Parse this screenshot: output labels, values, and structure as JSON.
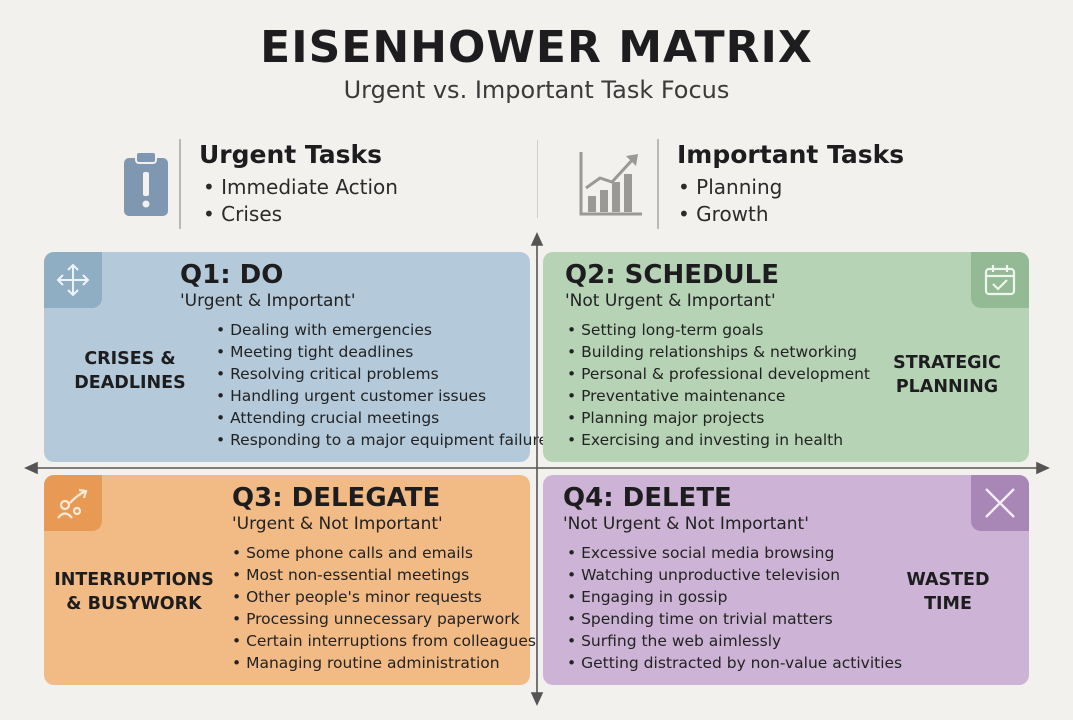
{
  "title": "EISENHOWER MATRIX",
  "subtitle": "Urgent vs. Important Task Focus",
  "header": {
    "urgent": {
      "title": "Urgent Tasks",
      "items": [
        "Immediate Action",
        "Crises"
      ],
      "icon": "clipboard-alert-icon"
    },
    "important": {
      "title": "Important Tasks",
      "items": [
        "Planning",
        "Growth"
      ],
      "icon": "growth-chart-icon"
    }
  },
  "quadrants": {
    "q1": {
      "title": "Q1: DO",
      "subtitle": "'Urgent & Important'",
      "side_label": "CRISES &\nDEADLINES",
      "items": [
        "Dealing with emergencies",
        "Meeting tight deadlines",
        "Resolving critical problems",
        "Handling urgent customer issues",
        "Attending crucial meetings",
        "Responding to a major equipment failure"
      ],
      "icon": "move-arrows-icon",
      "color": "#b4cadb"
    },
    "q2": {
      "title": "Q2: SCHEDULE",
      "subtitle": "'Not Urgent & Important'",
      "side_label": "STRATEGIC\nPLANNING",
      "items": [
        "Setting long-term goals",
        "Building relationships & networking",
        "Personal & professional development",
        "Preventative maintenance",
        "Planning major projects",
        "Exercising and investing in health"
      ],
      "icon": "calendar-check-icon",
      "color": "#b6d3b6"
    },
    "q3": {
      "title": "Q3: DELEGATE",
      "subtitle": "'Urgent & Not Important'",
      "side_label": "INTERRUPTIONS\n& BUSYWORK",
      "items": [
        "Some phone calls and emails",
        "Most non-essential meetings",
        "Other people's minor requests",
        "Processing unnecessary paperwork",
        "Certain interruptions from colleagues",
        "Managing routine administration"
      ],
      "icon": "delegate-person-arrow-icon",
      "color": "#f2bb86"
    },
    "q4": {
      "title": "Q4: DELETE",
      "subtitle": "'Not Urgent & Not Important'",
      "side_label": "WASTED\nTIME",
      "items": [
        "Excessive social media browsing",
        "Watching unproductive television",
        "Engaging in gossip",
        "Spending time on trivial matters",
        "Surfing the web aimlessly",
        "Getting distracted by non-value activities"
      ],
      "icon": "x-close-icon",
      "color": "#cdb4d6"
    }
  }
}
